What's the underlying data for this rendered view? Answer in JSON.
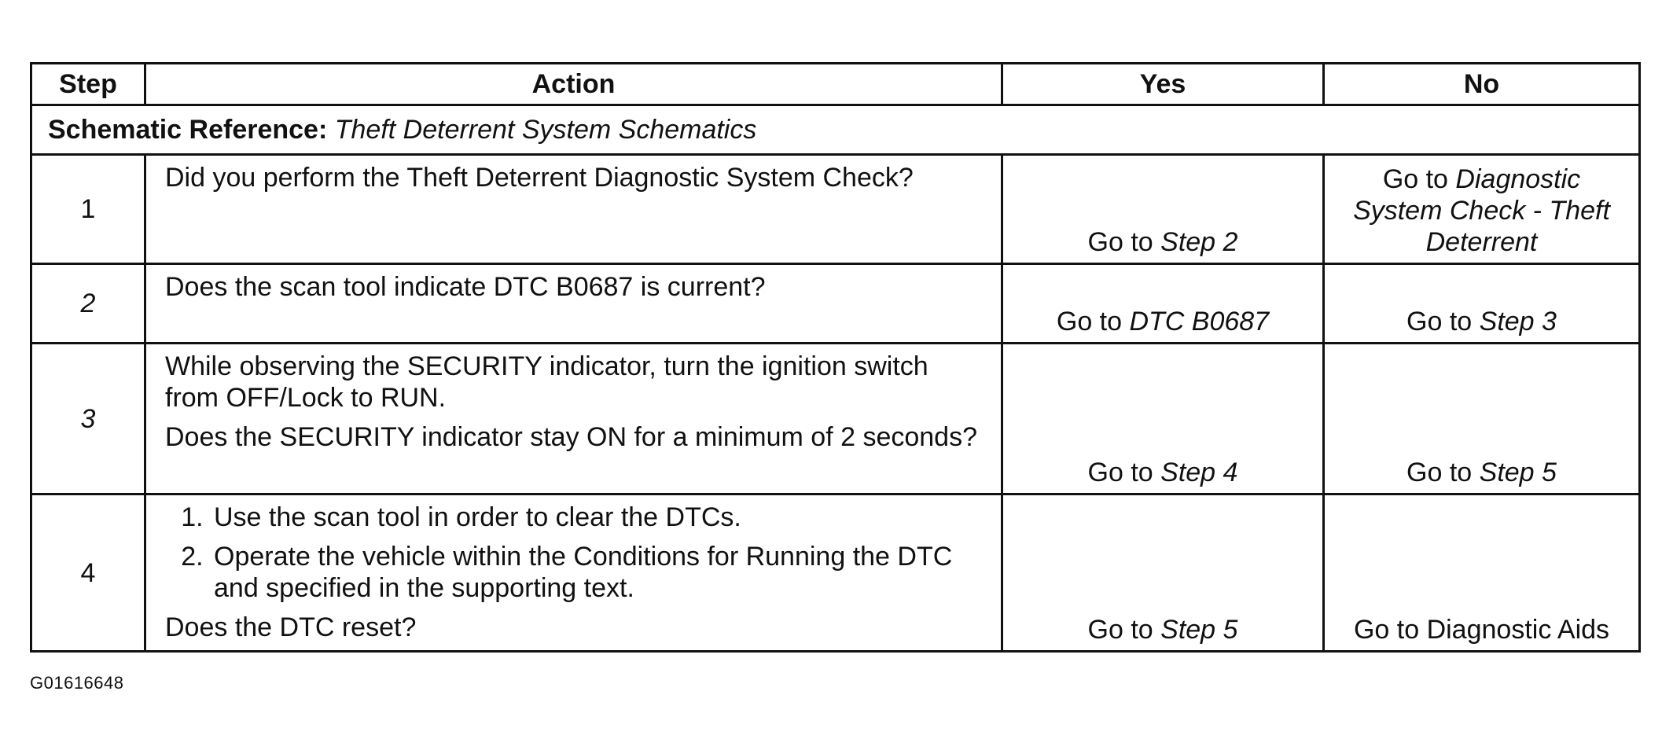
{
  "table": {
    "headers": {
      "step": "Step",
      "action": "Action",
      "yes": "Yes",
      "no": "No"
    },
    "schematic_reference": {
      "label": "Schematic Reference:",
      "value": "Theft Deterrent System Schematics"
    },
    "rows": [
      {
        "step": "1",
        "action": "Did you perform the Theft Deterrent Diagnostic System Check?",
        "yes_prefix": "Go to ",
        "yes_target": "Step 2",
        "no_prefix": "Go to ",
        "no_target": "Diagnostic System Check - Theft Deterrent"
      },
      {
        "step": "2",
        "action": "Does the scan tool indicate DTC B0687 is current?",
        "yes_prefix": "Go to ",
        "yes_target": "DTC B0687",
        "no_prefix": "Go to ",
        "no_target": "Step 3"
      },
      {
        "step": "3",
        "action_p1": "While observing the SECURITY indicator, turn the ignition switch from OFF/Lock to RUN.",
        "action_p2": "Does the SECURITY indicator stay ON for a minimum of 2 seconds?",
        "yes_prefix": "Go to ",
        "yes_target": "Step 4",
        "no_prefix": "Go to ",
        "no_target": "Step 5"
      },
      {
        "step": "4",
        "action_items": [
          "Use the scan tool in order to clear the DTCs.",
          "Operate the vehicle within the Conditions for Running the DTC and specified in the supporting text."
        ],
        "action_question": "Does the DTC reset?",
        "yes_prefix": "Go to ",
        "yes_target": "Step 5",
        "no_text": "Go to Diagnostic Aids"
      }
    ]
  },
  "figure_id": "G01616648"
}
